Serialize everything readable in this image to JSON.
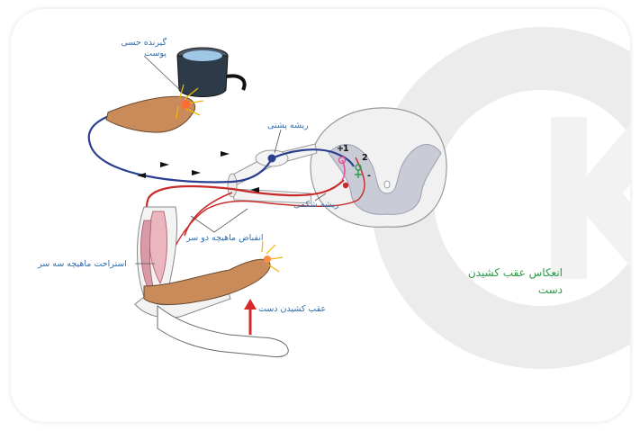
{
  "diagram": {
    "labels": {
      "skin_receptor_line1": "گیرنده حسی",
      "skin_receptor_line2": "پوست",
      "dorsal_root": "ریشه پشتی",
      "ventral_root": "ریشه شکمی",
      "biceps_contraction": "انقباض ماهیچه دو سر",
      "triceps_relaxation": "استراحت ماهیچه سه سر",
      "hand_withdrawal": "عقب کشیدن دست",
      "synapse_1": "1",
      "synapse_2": "2",
      "plus_sign": "+",
      "minus_sign": "-"
    },
    "colors": {
      "sensory_neuron": "#2b3f8f",
      "motor_neuron": "#c92a2a",
      "interneuron": "#e0559a",
      "label_text": "#2f6fb1",
      "caption_text": "#2e9a4a",
      "watermark": "#e9e9e9"
    }
  },
  "caption": {
    "line1": "انعکاس عقب کشیدن",
    "line2": "دست"
  }
}
